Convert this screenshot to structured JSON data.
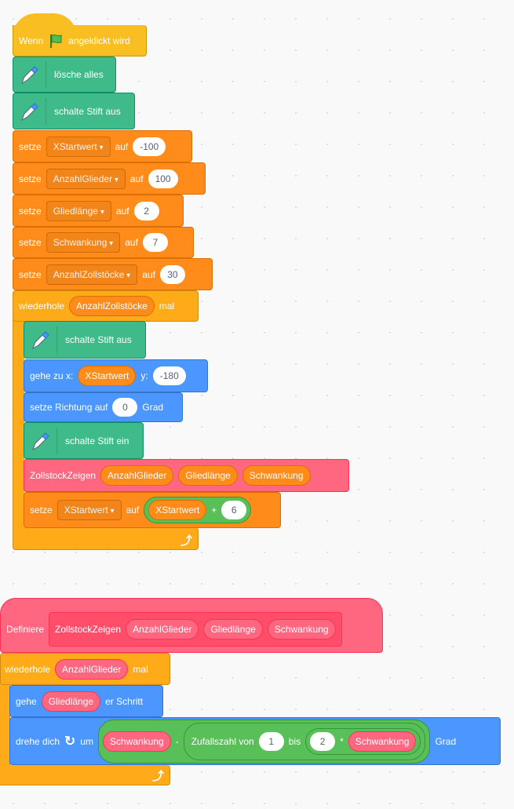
{
  "script1": {
    "hat": {
      "pre": "Wenn",
      "post": "angeklickt wird"
    },
    "clear": "lösche alles",
    "pen_up": "schalte Stift aus",
    "sets": [
      {
        "label": "setze",
        "var": "XStartwert",
        "to": "auf",
        "value": "-100"
      },
      {
        "label": "setze",
        "var": "AnzahlGlieder",
        "to": "auf",
        "value": "100"
      },
      {
        "label": "setze",
        "var": "Gliedlänge",
        "to": "auf",
        "value": "2"
      },
      {
        "label": "setze",
        "var": "Schwankung",
        "to": "auf",
        "value": "7"
      },
      {
        "label": "setze",
        "var": "AnzahlZollstöcke",
        "to": "auf",
        "value": "30"
      }
    ],
    "repeat": {
      "label": "wiederhole",
      "var": "AnzahlZollstöcke",
      "suffix": "mal"
    },
    "inner": {
      "pen_up": "schalte Stift aus",
      "goto": {
        "label": "gehe zu x:",
        "x_var": "XStartwert",
        "y_label": "y:",
        "y": "-180"
      },
      "dir": {
        "label": "setze Richtung auf",
        "value": "0",
        "unit": "Grad"
      },
      "pen_down": "schalte Stift ein",
      "call": {
        "name": "ZollstockZeigen",
        "args": [
          "AnzahlGlieder",
          "Gliedlänge",
          "Schwankung"
        ]
      },
      "set": {
        "label": "setze",
        "var": "XStartwert",
        "to": "auf",
        "op_var": "XStartwert",
        "op": "+",
        "value": "6"
      }
    }
  },
  "script2": {
    "define": {
      "label": "Definiere",
      "name": "ZollstockZeigen",
      "params": [
        "AnzahlGlieder",
        "Gliedlänge",
        "Schwankung"
      ]
    },
    "repeat": {
      "label": "wiederhole",
      "var": "AnzahlGlieder",
      "suffix": "mal"
    },
    "move": {
      "label": "gehe",
      "var": "Gliedlänge",
      "suffix": "er Schritt"
    },
    "turn": {
      "label": "drehe dich",
      "um": "um",
      "a": "Schwankung",
      "minus": "-",
      "random": "Zufallszahl von",
      "from": "1",
      "bis": "bis",
      "to": "2",
      "times": "*",
      "b": "Schwankung",
      "unit": "Grad"
    }
  }
}
